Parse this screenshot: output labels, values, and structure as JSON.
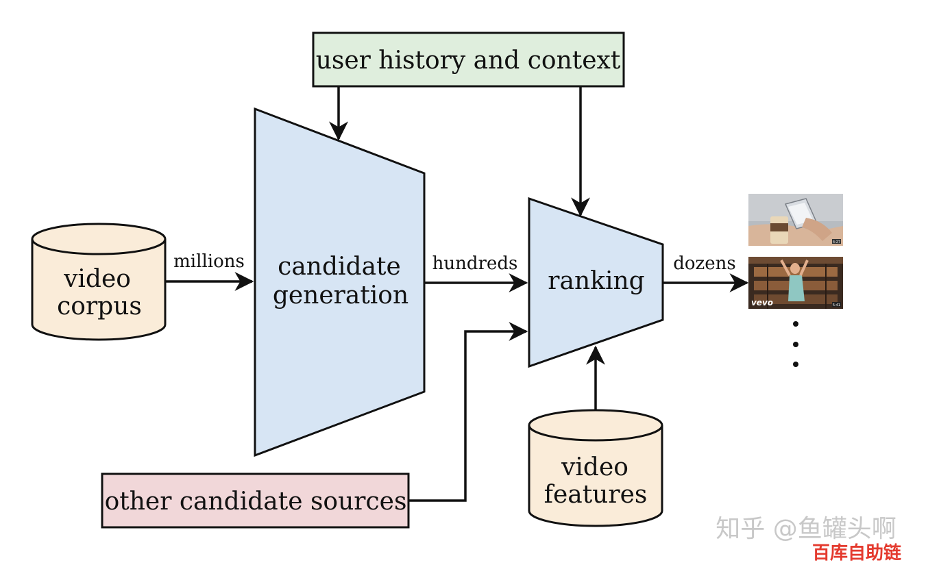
{
  "nodes": {
    "user_history": {
      "label": "user history and context"
    },
    "video_corpus": {
      "line1": "video",
      "line2": "corpus"
    },
    "candidate_generation": {
      "line1": "candidate",
      "line2": "generation"
    },
    "ranking": {
      "label": "ranking"
    },
    "video_features": {
      "line1": "video",
      "line2": "features"
    },
    "other_sources": {
      "label": "other candidate sources"
    }
  },
  "edges": {
    "corpus_to_candidates": "millions",
    "candidates_to_ranking": "hundreds",
    "ranking_to_output": "dozens"
  },
  "output": {
    "thumbnails": [
      {
        "icon": "phone-coffee-thumbnail",
        "caption": "4:27"
      },
      {
        "icon": "vevo-dancer-thumbnail",
        "brand": "vevo",
        "caption": "5:41"
      }
    ],
    "ellipsis": "⋮"
  },
  "watermark": {
    "line1": "知乎 @鱼罐头啊",
    "line2": "百库自助链"
  },
  "colors": {
    "user_history_fill": "#dfeedd",
    "trapezoid_fill": "#d7e5f4",
    "cylinder_fill": "#faecd9",
    "other_sources_fill": "#f1d7d9",
    "stroke": "#111111",
    "watermark_red": "#e43a2e"
  }
}
